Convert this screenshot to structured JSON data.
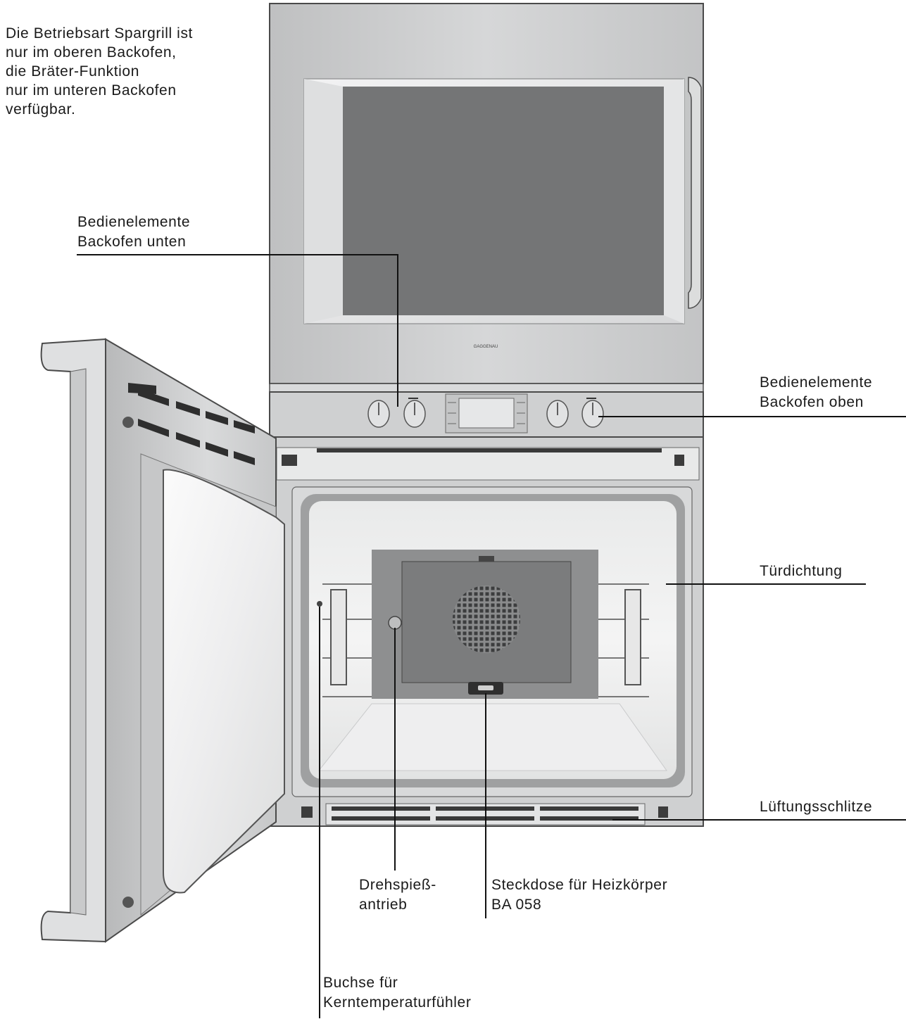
{
  "note": {
    "lines": [
      "Die Betriebsart Spargrill ist",
      "nur im oberen Backofen,",
      "die Bräter-Funktion",
      "nur im unteren Backofen",
      "verfügbar."
    ]
  },
  "brand": "GAGGENAU",
  "labels": {
    "controls_lower": [
      "Bedienelemente",
      "Backofen unten"
    ],
    "controls_upper": [
      "Bedienelemente",
      "Backofen oben"
    ],
    "door_seal": [
      "Türdichtung"
    ],
    "vents": [
      "Lüftungsschlitze"
    ],
    "rotisserie": [
      "Drehspieß-",
      "antrieb"
    ],
    "socket": [
      "Steckdose für Heizkörper",
      "BA 058"
    ],
    "probe": [
      "Buchse für",
      "Kerntemperaturfühler"
    ]
  },
  "colors": {
    "steel": "#c9cacb",
    "steel_light": "#e6e7e8",
    "glass": "#747576",
    "outline": "#4a4a4a",
    "leader": "#111111"
  }
}
